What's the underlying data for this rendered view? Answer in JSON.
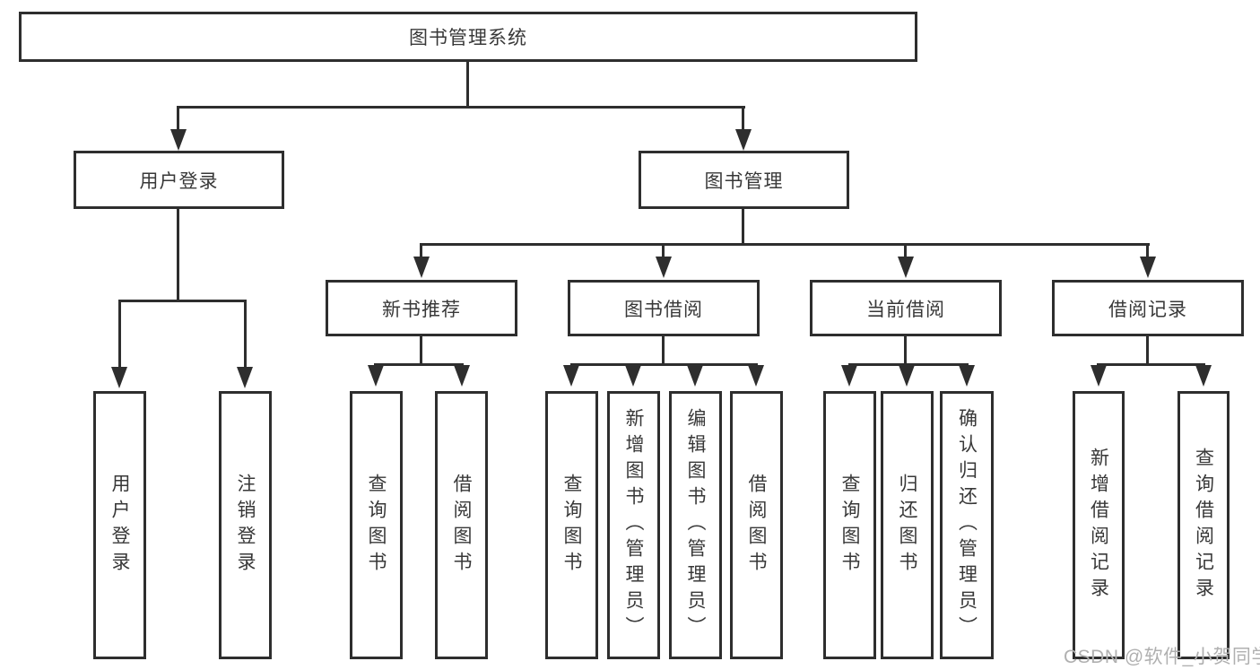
{
  "tree": {
    "root": "图书管理系统",
    "branches": [
      {
        "label": "用户登录",
        "children": [
          "用户登录",
          "注销登录"
        ]
      },
      {
        "label": "图书管理",
        "children": [
          {
            "label": "新书推荐",
            "children": [
              "查询图书",
              "借阅图书"
            ]
          },
          {
            "label": "图书借阅",
            "children": [
              "查询图书",
              "新增图书（管理员）",
              "编辑图书（管理员）",
              "借阅图书"
            ]
          },
          {
            "label": "当前借阅",
            "children": [
              "查询图书",
              "归还图书",
              "确认归还（管理员）"
            ]
          },
          {
            "label": "借阅记录",
            "children": [
              "新增借阅记录",
              "查询借阅记录"
            ]
          }
        ]
      }
    ]
  },
  "watermark": "CSDN @软件_小贺同学",
  "colors": {
    "line": "#2e2e2e",
    "text": "#383838",
    "watermark": "#b0b0b0",
    "background": "#ffffff"
  }
}
